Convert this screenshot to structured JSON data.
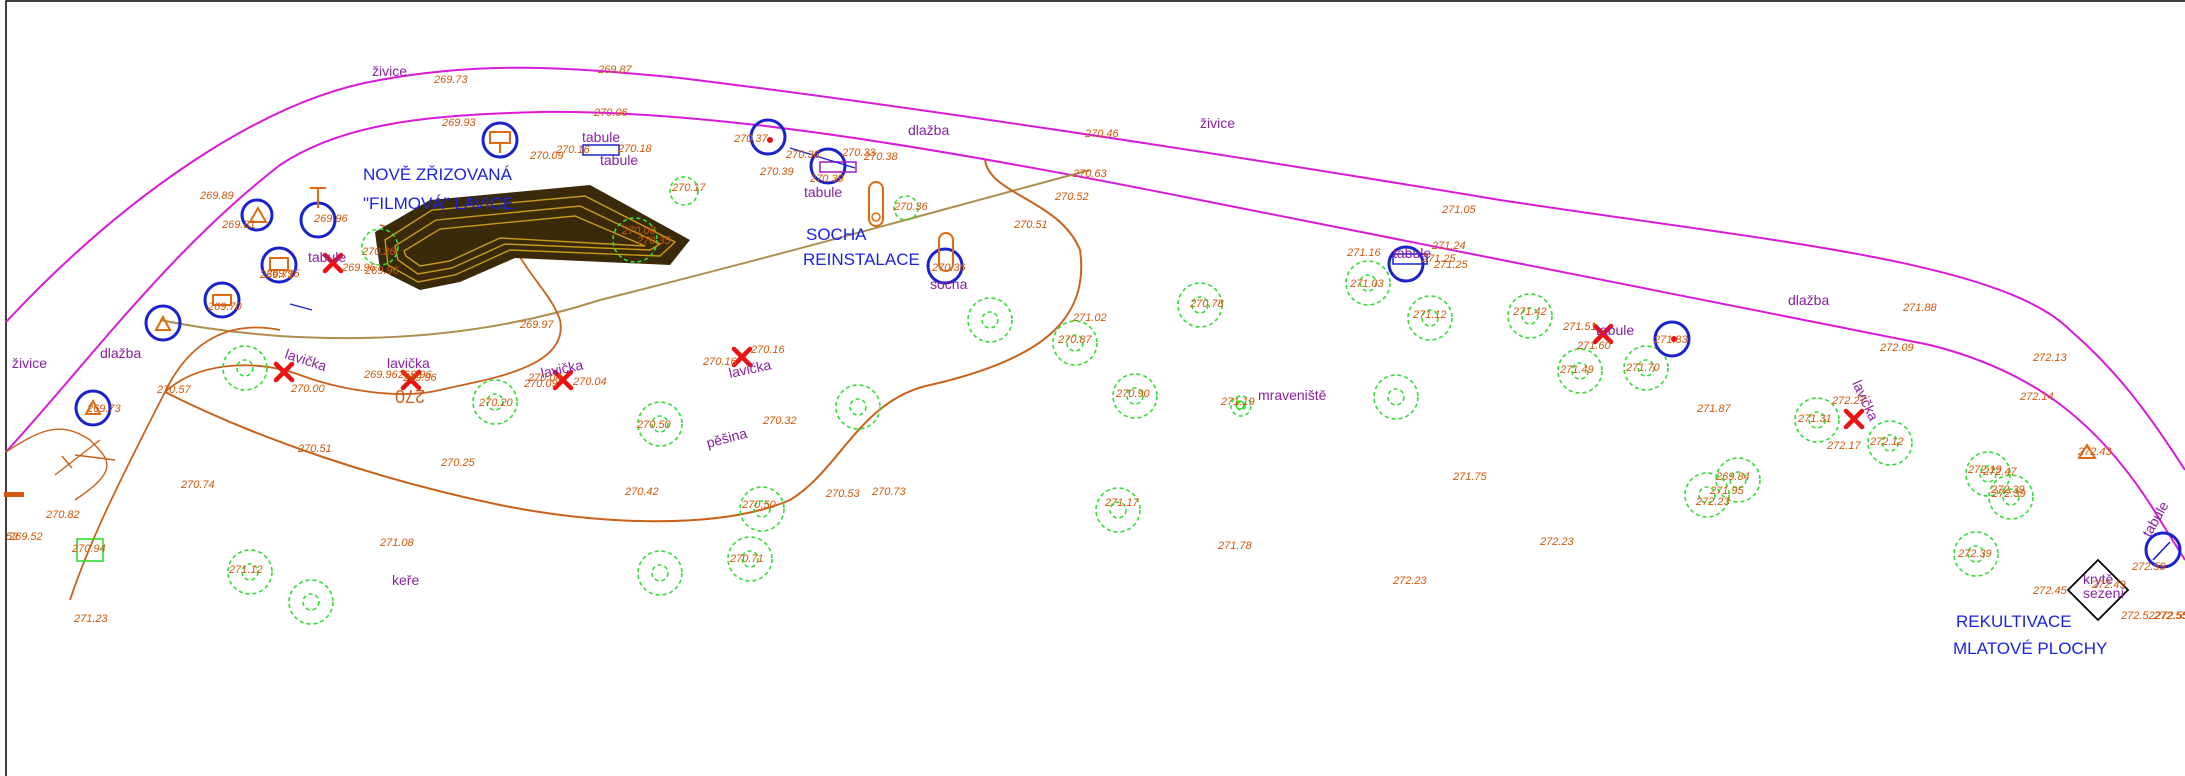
{
  "colors": {
    "hedge": "#d81ad8",
    "path": "#c8621a",
    "trail": "#b08e52",
    "tree": "#33dd33",
    "marker": "#1a22cc",
    "remove": "#ee1111",
    "bench": "#c99a1a",
    "label": "#8a1fa0",
    "note": "#1a22e6",
    "elevation": "#d2580a"
  },
  "surfaces": {
    "hedge_1": "živice",
    "hedge_2": "živice",
    "hedge_3": "živice",
    "paving_1": "dlažba",
    "paving_2": "dlažba",
    "paving_3": "dlažba",
    "footpath": "pěšina",
    "shrubs": "keře",
    "anthill": "mraveniště"
  },
  "features": {
    "bench_1": "lavička",
    "bench_2": "lavička",
    "bench_3": "lavička",
    "bench_4": "lavička",
    "bench_5": "lavička",
    "sign_1": "tabule",
    "sign_2": "tabule",
    "sign_3": "tabule",
    "sign_4": "tabule",
    "sign_5": "tabule",
    "sign_6": "tabule",
    "sign_7": "tabule",
    "statue": "socha",
    "seating_1": "krytě",
    "seating_2": "sezení",
    "contour": "270"
  },
  "notes": {
    "film_bench_1": "NOVĚ ZŘIZOVANÁ",
    "film_bench_2": "\"FILMOVÁ\" LAVICE",
    "statue_1": "SOCHA",
    "statue_2": "REINSTALACE",
    "reclaim_1": "REKULTIVACE",
    "reclaim_2": "MLATOVÉ PLOCHY"
  },
  "elevations": [
    "269.73",
    "269.87",
    "269.93",
    "270.06",
    "270.09",
    "270.18",
    "270.16",
    "270.36",
    "270.33",
    "270.38",
    "270.37",
    "270.39",
    "270.39",
    "270.46",
    "270.63",
    "270.17",
    "270.36",
    "270.51",
    "270.36",
    "269.89",
    "269.81",
    "269.96",
    "269.96",
    "269.96",
    "269.95",
    "269.71",
    "269.73",
    "269.70",
    "270.26",
    "270.35",
    "269.97",
    "270.06",
    "270.04",
    "269.96",
    "269.96",
    "270.09",
    "270.04",
    "270.00",
    "270.16",
    "270.16",
    "270.57",
    "270.51",
    "270.25",
    "270.74",
    "270.20",
    "270.50",
    "270.32",
    "270.42",
    "270.82",
    "270.94",
    "271.08",
    "271.23",
    "270.53",
    "270.50",
    "270.71",
    "270.73",
    "271.12",
    "270.52",
    "271.02",
    "270.87",
    "270.78",
    "270.90",
    "271.17",
    "271.19",
    "271.05",
    "271.16",
    "271.24",
    "271.25",
    "271.03",
    "271.12",
    "271.42",
    "271.51",
    "271.60",
    "271.83",
    "271.49",
    "271.70",
    "271.88",
    "271.25",
    "271.87",
    "271.75",
    "271.78",
    "272.23",
    "272.23",
    "272.23",
    "272.09",
    "272.13",
    "272.14",
    "271.31",
    "272.27",
    "272.17",
    "272.12",
    "272.19",
    "272.39",
    "272.43",
    "272.59",
    "272.45",
    "272.49",
    "272.52",
    "272.55",
    "269.52",
    "272.39",
    "271.95",
    "269.84",
    "52",
    "272.39",
    "272.47",
    "269.96",
    "272.55"
  ]
}
